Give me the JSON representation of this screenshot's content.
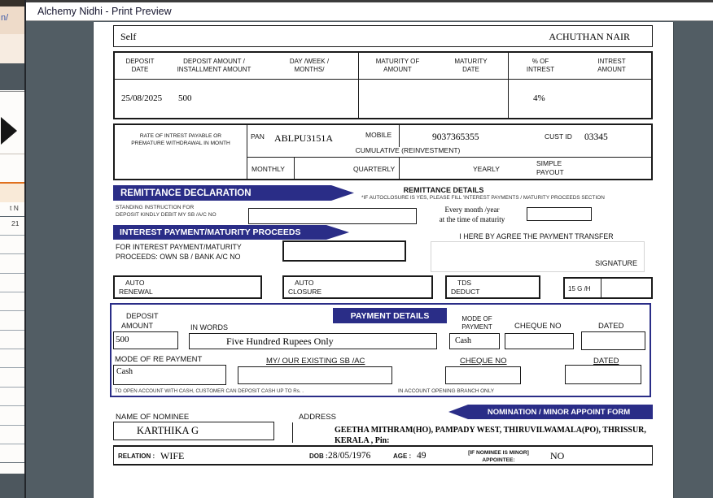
{
  "colors": {
    "accent_blue": "#2a2d87",
    "slate_gray": "#525d64",
    "orange_rule": "#e0701e"
  },
  "window": {
    "title": "Alchemy Nidhi - Print Preview"
  },
  "background": {
    "url_fragment": "n/",
    "cell_a": "t N",
    "cell_b": "21"
  },
  "form": {
    "header": {
      "relationship": "Self",
      "name": "ACHUTHAN NAIR"
    },
    "table": {
      "headers": [
        "DEPOSIT\nDATE",
        "DEPOSIT AMOUNT /\nINSTALLMENT AMOUNT",
        "DAY /WEEK /\nMONTHS/",
        "MATURITY OF\nAMOUNT",
        "MATURITY\nDATE",
        "% OF\nINTREST",
        "INTREST\nAMOUNT"
      ],
      "row": {
        "date": "25/08/2025",
        "amount": "500",
        "interest": "4%"
      }
    },
    "pan_section": {
      "rate_note": "RATE OF INTREST PAYABLE OR\nPREMATURE WITHDRAWAL IN MONTH",
      "pan_label": "PAN",
      "pan": "ABLPU3151A",
      "mobile_label": "MOBILE",
      "mobile": "9037365355",
      "custid_label": "CUST ID",
      "custid": "03345",
      "cumulative": "CUMULATIVE  (REINVESTMENT)",
      "payout_options": [
        "MONTHLY",
        "QUARTERLY",
        "YEARLY",
        "SIMPLE\nPAYOUT"
      ]
    },
    "remittance": {
      "banner": "REMITTANCE DECLARATION",
      "details_title": "REMITTANCE DETAILS",
      "note": "*IF AUTOCLOSURE IS YES, PLEASE FILL 'INTEREST PAYMENTS / MATURITY PROCEEDS SECTION",
      "standing": "STANDING INSTRUCTION FOR\nDEPOSIT KINDLY DEBIT MY SB /A/C NO",
      "every": "Every month /year\nat the time of maturity"
    },
    "interest": {
      "banner": "INTEREST PAYMENT/MATURITY PROCEEDS",
      "for_label": "FOR INTEREST PAYMENT/MATURITY\nPROCEEDS: OWN SB / BANK A/C NO",
      "agree": "I HERE BY AGREE THE PAYMENT TRANSFER",
      "signature": "SIGNATURE"
    },
    "options": [
      "AUTO\nRENEWAL",
      "AUTO\nCLOSURE",
      "TDS\nDEDUCT",
      "15 G /H"
    ],
    "payment": {
      "banner": "PAYMENT DETAILS",
      "deposit_label": "DEPOSIT\nAMOUNT",
      "in_words_label": "IN WORDS",
      "mode_label": "MODE OF\nPAYMENT",
      "cheque_label": "CHEQUE NO",
      "dated_label": "DATED",
      "deposit_amount": "500",
      "in_words": "Five Hundred Rupees Only",
      "mode": "Cash",
      "re_mode_label": "MODE OF RE PAYMENT",
      "existing_label": "MY/ OUR EXISTING SB /AC",
      "cheque2_label": "CHEQUE NO",
      "dated2_label": "DATED",
      "re_mode": "Cash",
      "foot1": "TO OPEN ACCOUNT WITH CASH, CUSTOMER CAN DEPOSIT  CASH UP TO  Rs.      .",
      "foot2": "IN ACCOUNT OPENING BRANCH ONLY"
    },
    "nomination": {
      "banner": "NOMINATION / MINOR APPOINT FORM",
      "name_label": "NAME OF NOMINEE",
      "address_label": "ADDRESS",
      "name": "KARTHIKA G",
      "address": "GEETHA MITHRAM(HO), PAMPADY WEST, THIRUVILWAMALA(PO), THRISSUR,\nKERALA , Pin:",
      "relation_label": "RELATION :",
      "relation": "WIFE",
      "dob_label": "DOB :",
      "dob": "28/05/1976",
      "age_label": "AGE :",
      "age": "49",
      "minor_label": "[IF NOMINEE IS MINOR]\nAPPOINTEE:",
      "appointee": "NO"
    }
  }
}
